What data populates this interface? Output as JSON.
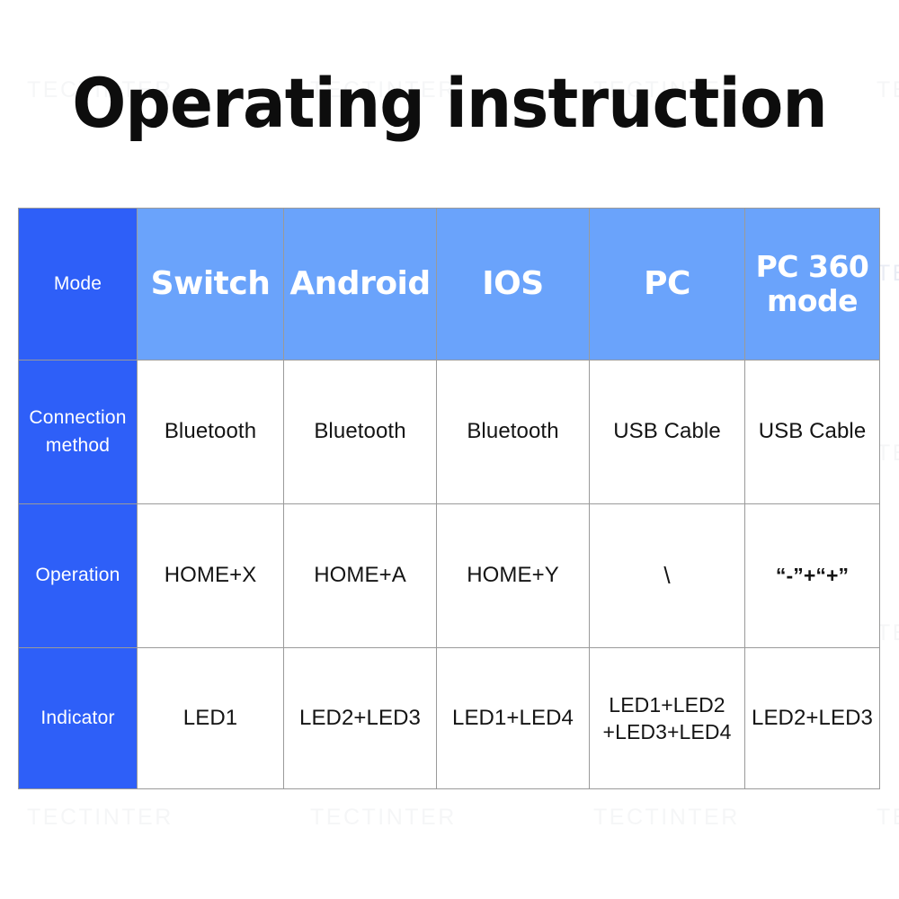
{
  "page": {
    "title": "Operating instruction",
    "watermark_text": "TECTINTER",
    "colors": {
      "header_dark_blue": "#2E5FF8",
      "header_light_blue": "#6AA3FB",
      "grid_line": "#9A9A9A",
      "text_dark": "#141414",
      "background": "#FFFFFF"
    }
  },
  "table": {
    "name": "operating-instruction-table",
    "columns": [
      {
        "key": "mode",
        "label": "Mode"
      },
      {
        "key": "switch",
        "label": "Switch"
      },
      {
        "key": "android",
        "label": "Android"
      },
      {
        "key": "ios",
        "label": "IOS"
      },
      {
        "key": "pc",
        "label": "PC"
      },
      {
        "key": "pc360",
        "label_line1": "PC 360",
        "label_line2": "mode"
      }
    ],
    "rows": [
      {
        "label_line1": "Connection",
        "label_line2": "method",
        "cells": [
          {
            "text": "Bluetooth"
          },
          {
            "text": "Bluetooth"
          },
          {
            "text": "Bluetooth"
          },
          {
            "text": "USB Cable"
          },
          {
            "text": "USB Cable"
          }
        ]
      },
      {
        "label_line1": "Operation",
        "label_line2": "",
        "cells": [
          {
            "text": "HOME+X"
          },
          {
            "text": "HOME+A"
          },
          {
            "text": "HOME+Y"
          },
          {
            "text": "\\"
          },
          {
            "text": "“-”+“+”"
          }
        ]
      },
      {
        "label_line1": "Indicator",
        "label_line2": "",
        "cells": [
          {
            "text": "LED1"
          },
          {
            "text": "LED2+LED3"
          },
          {
            "text": "LED1+LED4"
          },
          {
            "line1": "LED1+LED2",
            "line2": "+LED3+LED4"
          },
          {
            "text": "LED2+LED3"
          }
        ]
      }
    ]
  }
}
